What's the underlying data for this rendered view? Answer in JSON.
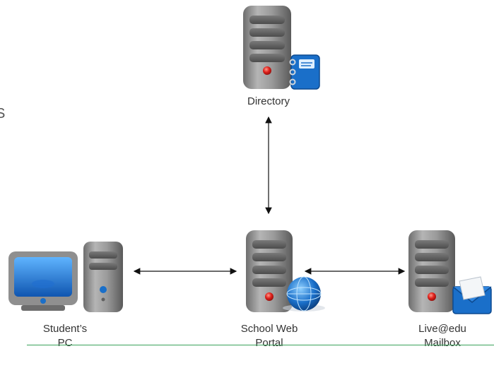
{
  "clipped_text": "S",
  "nodes": {
    "directory": {
      "label": "Directory",
      "icon": "address-book-icon"
    },
    "portal": {
      "label_line1": "School Web",
      "label_line2": "Portal",
      "icon": "globe-icon"
    },
    "mailbox": {
      "label_line1": "Live@edu",
      "label_line2": "Mailbox",
      "icon": "envelope-icon"
    },
    "student_pc": {
      "label_line1": "Student’s",
      "label_line2": "PC",
      "icon": "monitor-icon"
    }
  },
  "colors": {
    "server_body": "#8c8c8c",
    "server_bay": "#5f5f5f",
    "power_light": "#e0201b",
    "accent_blue": "#1a6fc9",
    "divider": "#3aa35a"
  }
}
